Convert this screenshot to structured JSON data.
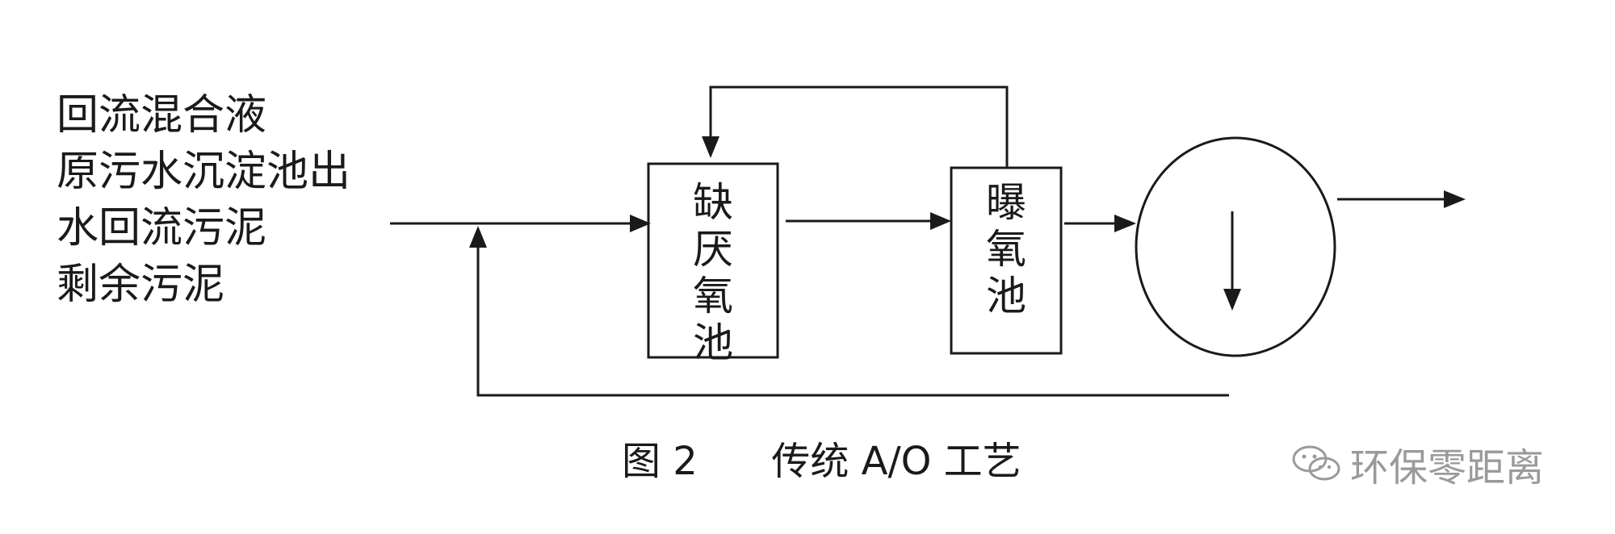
{
  "legend": {
    "lines": [
      "回流混合液",
      "原污水沉淀池出",
      "水回流污泥",
      "剩余污泥"
    ]
  },
  "anoxic_tank": {
    "chars": [
      "缺",
      "厌",
      "氧",
      "池"
    ]
  },
  "aeration_tank": {
    "chars": [
      "曝",
      "氧",
      "池"
    ]
  },
  "caption": "图 2      传统 A/O 工艺",
  "watermark": {
    "text": "环保零距离",
    "icon": "wechat-icon"
  },
  "colors": {
    "line": "#1a1a1a",
    "watermark": "#9a9a9a"
  }
}
